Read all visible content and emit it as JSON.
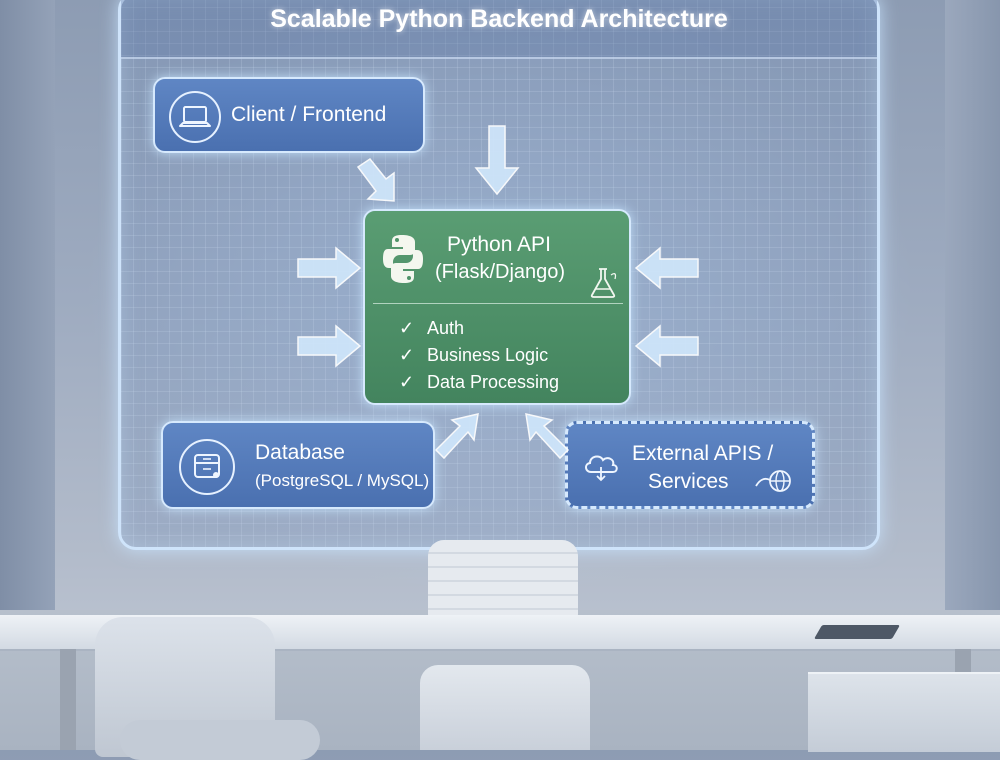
{
  "title": "Scalable Python Backend Architecture",
  "client": {
    "label": "Client / Frontend",
    "icon": "laptop-icon"
  },
  "api": {
    "title_line1": "Python API",
    "title_line2": "(Flask/Django)",
    "icons": [
      "python-logo-icon",
      "flask-icon"
    ],
    "features": [
      "Auth",
      "Business Logic",
      "Data Processing"
    ]
  },
  "database": {
    "label_line1": "Database",
    "label_line2": "(PostgreSQL / MySQL)",
    "icon": "database-icon"
  },
  "external": {
    "label_line1": "External APIS /",
    "label_line2": "Services",
    "icons": [
      "cloud-icon",
      "globe-icon"
    ]
  },
  "colors": {
    "client_box": "#5a80c0",
    "api_box": "#4f9469",
    "panel_border": "#cfe4fb",
    "arrow_fill": "#cfe6fb"
  }
}
